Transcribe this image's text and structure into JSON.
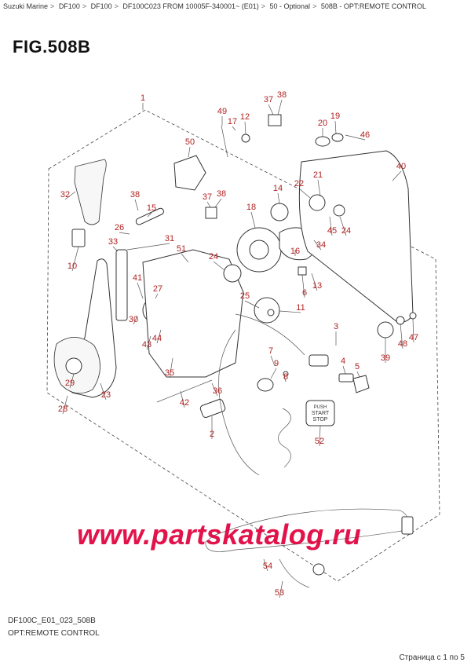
{
  "breadcrumb": [
    "Suzuki Marine",
    "DF100",
    "DF100",
    "DF100C023 FROM 10005F-340001~ (E01)",
    "50 - Optional",
    "508B - OPT:REMOTE CONTROL"
  ],
  "figure": {
    "title": "FIG.508B",
    "code": "DF100C_E01_023_508B",
    "subtitle": "OPT:REMOTE CONTROL"
  },
  "push_start_stop_label": [
    "PUSH",
    "START",
    "STOP"
  ],
  "watermark": "www.partskatalog.ru",
  "pager": "Страница с 1 по 5",
  "callouts": [
    {
      "id": "1",
      "label": "1"
    },
    {
      "id": "2",
      "label": "2"
    },
    {
      "id": "3",
      "label": "3"
    },
    {
      "id": "4",
      "label": "4"
    },
    {
      "id": "5",
      "label": "5"
    },
    {
      "id": "6",
      "label": "6"
    },
    {
      "id": "7",
      "label": "7"
    },
    {
      "id": "8",
      "label": "8"
    },
    {
      "id": "9",
      "label": "9"
    },
    {
      "id": "10",
      "label": "10"
    },
    {
      "id": "11",
      "label": "11"
    },
    {
      "id": "12",
      "label": "12"
    },
    {
      "id": "13",
      "label": "13"
    },
    {
      "id": "14",
      "label": "14"
    },
    {
      "id": "15",
      "label": "15"
    },
    {
      "id": "16",
      "label": "16"
    },
    {
      "id": "17",
      "label": "17"
    },
    {
      "id": "18",
      "label": "18"
    },
    {
      "id": "19",
      "label": "19"
    },
    {
      "id": "20",
      "label": "20"
    },
    {
      "id": "21",
      "label": "21"
    },
    {
      "id": "22",
      "label": "22"
    },
    {
      "id": "23",
      "label": "23"
    },
    {
      "id": "24a",
      "label": "24"
    },
    {
      "id": "24b",
      "label": "24"
    },
    {
      "id": "25",
      "label": "25"
    },
    {
      "id": "26",
      "label": "26"
    },
    {
      "id": "27",
      "label": "27"
    },
    {
      "id": "28",
      "label": "28"
    },
    {
      "id": "29",
      "label": "29"
    },
    {
      "id": "30",
      "label": "30"
    },
    {
      "id": "31",
      "label": "31"
    },
    {
      "id": "32",
      "label": "32"
    },
    {
      "id": "33",
      "label": "33"
    },
    {
      "id": "34",
      "label": "34"
    },
    {
      "id": "35",
      "label": "35"
    },
    {
      "id": "36",
      "label": "36"
    },
    {
      "id": "37a",
      "label": "37"
    },
    {
      "id": "37b",
      "label": "37"
    },
    {
      "id": "38a",
      "label": "38"
    },
    {
      "id": "38b",
      "label": "38"
    },
    {
      "id": "38c",
      "label": "38"
    },
    {
      "id": "39",
      "label": "39"
    },
    {
      "id": "40",
      "label": "40"
    },
    {
      "id": "41",
      "label": "41"
    },
    {
      "id": "42",
      "label": "42"
    },
    {
      "id": "43",
      "label": "43"
    },
    {
      "id": "44",
      "label": "44"
    },
    {
      "id": "45",
      "label": "45"
    },
    {
      "id": "46",
      "label": "46"
    },
    {
      "id": "47",
      "label": "47"
    },
    {
      "id": "48",
      "label": "48"
    },
    {
      "id": "49",
      "label": "49"
    },
    {
      "id": "50",
      "label": "50"
    },
    {
      "id": "51",
      "label": "51"
    },
    {
      "id": "52",
      "label": "52"
    },
    {
      "id": "53",
      "label": "53"
    },
    {
      "id": "54",
      "label": "54"
    }
  ]
}
